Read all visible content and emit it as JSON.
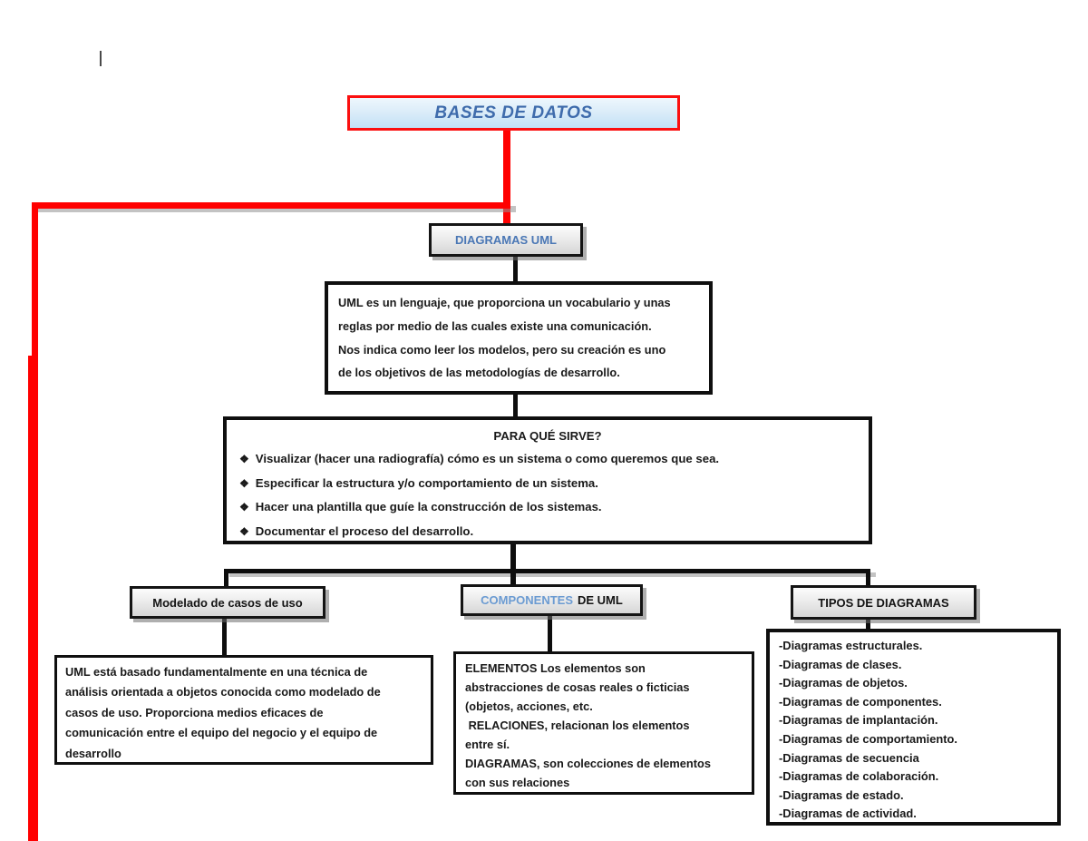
{
  "canvas": {
    "cursor_glyph": ""
  },
  "colors": {
    "connector_red": "#ff0000",
    "connector_black": "#0d0d0d",
    "root_border_red": "#fb0f0f",
    "root_fill_blue_top": "#eef7fd",
    "root_fill_blue_bottom": "#c2e1f5",
    "title_blue": "#3f6cac",
    "header_blue": "#4a77b5",
    "header_accent_blue": "#6b9bd2",
    "gray_box_fill": "#d6d6d6"
  },
  "root_box": {
    "label": "BASES DE DATOS"
  },
  "uml_box": {
    "label": "DIAGRAMAS UML"
  },
  "uml_description": {
    "lines": [
      "UML es un lenguaje, que proporciona un vocabulario y unas",
      "reglas por medio de las cuales existe una comunicación.",
      "Nos indica como leer los modelos, pero su creación es uno",
      "de los objetivos de las metodologías de desarrollo."
    ]
  },
  "purpose_box": {
    "title": "PARA QUÉ SIRVE?",
    "bullet_glyph": "❖",
    "items": [
      "Visualizar (hacer una radiografía) cómo es un sistema o como queremos que sea.",
      "Especificar la estructura y/o comportamiento de un sistema.",
      "Hacer una plantilla que guíe la construcción de los sistemas.",
      "Documentar el proceso del desarrollo."
    ]
  },
  "branch_use_cases": {
    "header": "Modelado de casos de uso",
    "body_lines": [
      "UML está basado fundamentalmente en una técnica de",
      "análisis orientada a objetos conocida como modelado de",
      "casos de uso. Proporciona medios eficaces de",
      "comunicación entre el equipo del negocio y el equipo de",
      "desarrollo"
    ]
  },
  "branch_components": {
    "header_accent": "COMPONENTES",
    "header_rest": "DE UML",
    "body_lines": [
      "ELEMENTOS Los elementos son",
      "abstracciones de cosas reales o ficticias",
      "(objetos, acciones, etc.",
      " RELACIONES, relacionan los elementos",
      "entre sí.",
      "DIAGRAMAS, son colecciones de elementos",
      "con sus relaciones"
    ]
  },
  "branch_diagram_types": {
    "header": "TIPOS DE DIAGRAMAS",
    "items": [
      "-Diagramas estructurales.",
      "-Diagramas de clases.",
      "-Diagramas de objetos.",
      "-Diagramas de componentes.",
      "-Diagramas de implantación.",
      "-Diagramas de comportamiento.",
      "-Diagramas de secuencia",
      "-Diagramas de colaboración.",
      "-Diagramas de estado.",
      "-Diagramas de actividad."
    ]
  }
}
